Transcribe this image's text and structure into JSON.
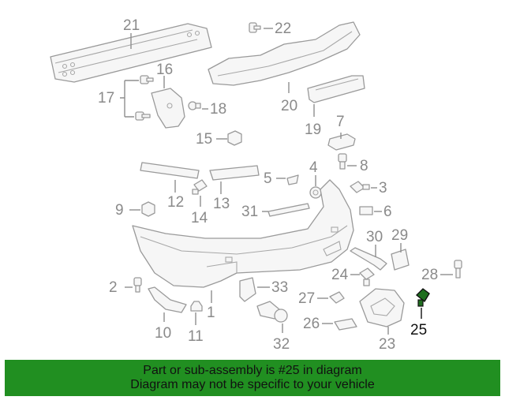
{
  "callouts": {
    "c1": "1",
    "c2": "2",
    "c3": "3",
    "c4": "4",
    "c5": "5",
    "c6": "6",
    "c7": "7",
    "c8": "8",
    "c9": "9",
    "c10": "10",
    "c11": "11",
    "c12": "12",
    "c13": "13",
    "c14": "14",
    "c15": "15",
    "c16": "16",
    "c17": "17",
    "c18": "18",
    "c19": "19",
    "c20": "20",
    "c21": "21",
    "c22": "22",
    "c23": "23",
    "c24": "24",
    "c25": "25",
    "c26": "26",
    "c27": "27",
    "c28": "28",
    "c29": "29",
    "c30": "30",
    "c31": "31",
    "c32": "32",
    "c33": "33"
  },
  "highlight": {
    "part": "25",
    "color": "#111111",
    "part_color": "#1f6e1f"
  },
  "banner": {
    "line1": "Part or sub-assembly is #25 in diagram",
    "line2": "Diagram may not be specific to your vehicle",
    "background": "#218f21"
  }
}
